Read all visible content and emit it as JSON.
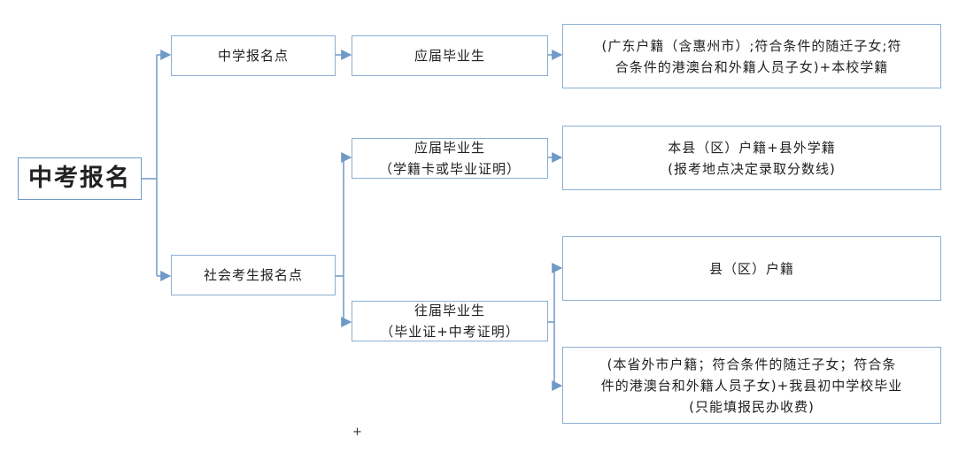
{
  "root": {
    "label": "中考报名"
  },
  "middle_school": {
    "label": "中学报名点"
  },
  "social": {
    "label": "社会考生报名点"
  },
  "fresh_grad_1": {
    "label": "应届毕业生"
  },
  "fresh_grad_2": {
    "lines": [
      "应届毕业生",
      "（学籍卡或毕业证明）"
    ]
  },
  "past_grad": {
    "lines": [
      "往届毕业生",
      "（毕业证+中考证明）"
    ]
  },
  "req_1": {
    "lines": [
      "(广东户籍（含惠州市）;符合条件的随迁子女;符",
      "合条件的港澳台和外籍人员子女)+本校学籍"
    ]
  },
  "req_2": {
    "lines": [
      "本县（区）户籍+县外学籍",
      "(报考地点决定录取分数线)"
    ]
  },
  "req_3": {
    "lines": [
      "县（区）户籍"
    ]
  },
  "req_4": {
    "lines": [
      "(本省外市户籍；符合条件的随迁子女；符合条",
      "件的港澳台和外籍人员子女)+我县初中学校毕业",
      "(只能填报民办收费)"
    ]
  },
  "colors": {
    "border": "#8aaed2",
    "connector": "#6f99c6"
  }
}
